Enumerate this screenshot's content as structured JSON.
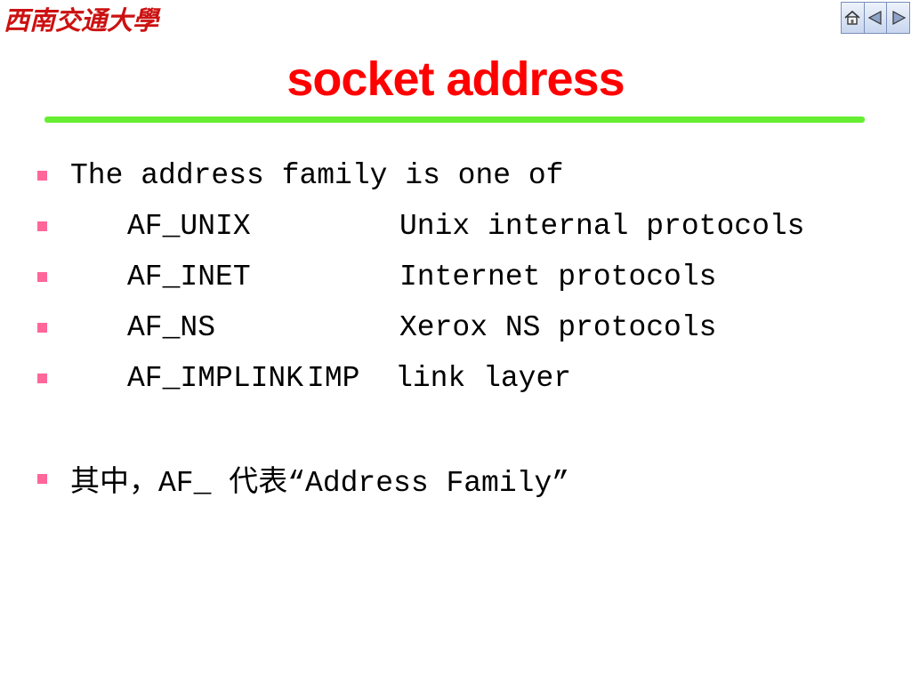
{
  "logo": {
    "text": "西南交通大學"
  },
  "nav": {
    "buttons": [
      {
        "name": "home",
        "icon": "home-icon"
      },
      {
        "name": "previous",
        "icon": "triangle-left-icon"
      },
      {
        "name": "next",
        "icon": "triangle-right-icon"
      }
    ]
  },
  "title": "socket address",
  "colors": {
    "title": "#ff0000",
    "rule": "#66ee33",
    "bullet": "#ff6699"
  },
  "bullets": [
    {
      "text": "The address family is one of"
    },
    {
      "name": "AF_UNIX",
      "desc": "Unix internal protocols"
    },
    {
      "name": "AF_INET",
      "desc": "Internet protocols"
    },
    {
      "name": "AF_NS",
      "desc": "Xerox NS protocols"
    },
    {
      "name": "AF_IMPLINK",
      "desc": "IMP  link layer"
    },
    {
      "text": "其中，AF_ 代表“Address Family”"
    }
  ]
}
